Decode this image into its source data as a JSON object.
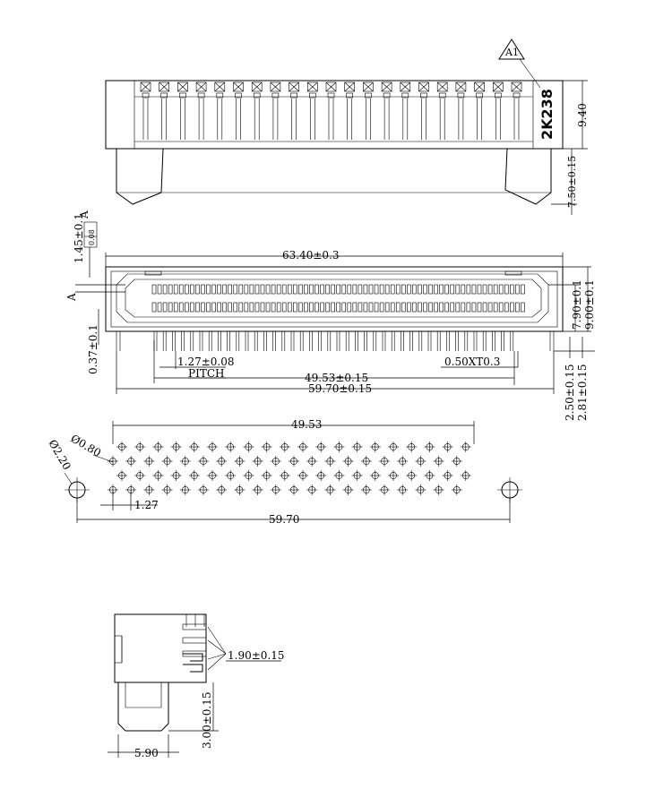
{
  "colors": {
    "line": "#000000",
    "background": "#ffffff"
  },
  "view_top": {
    "part_number": "2K238",
    "marker": "A1",
    "dim_height": "9.40",
    "dim_leg": "7.50±0.15"
  },
  "view_front": {
    "dim_width": "63.40±0.3",
    "dim_thickness": "1.45±0.1",
    "flatness_tol": "0.08",
    "datum": "A",
    "dim_post": "0.37±0.1",
    "dim_h1": "7.90±0.1",
    "dim_h2": "9.00±0.1",
    "pitch_value": "1.27±0.08",
    "pitch_label": "PITCH",
    "lead_width": "0.50XT0.3",
    "dim_span1": "49.53±0.15",
    "dim_span2": "59.70±0.15",
    "dim_standoff1": "2.50±0.15",
    "dim_standoff2": "2.81±0.15"
  },
  "view_footprint": {
    "dim_span": "49.53",
    "hole_small": "Ø0.80",
    "hole_large": "Ø2.20",
    "pitch": "1.27",
    "dim_total": "59.70"
  },
  "view_side": {
    "dim_lead": "1.90±0.15",
    "dim_height": "3.00±0.15",
    "dim_width": "5.90"
  }
}
